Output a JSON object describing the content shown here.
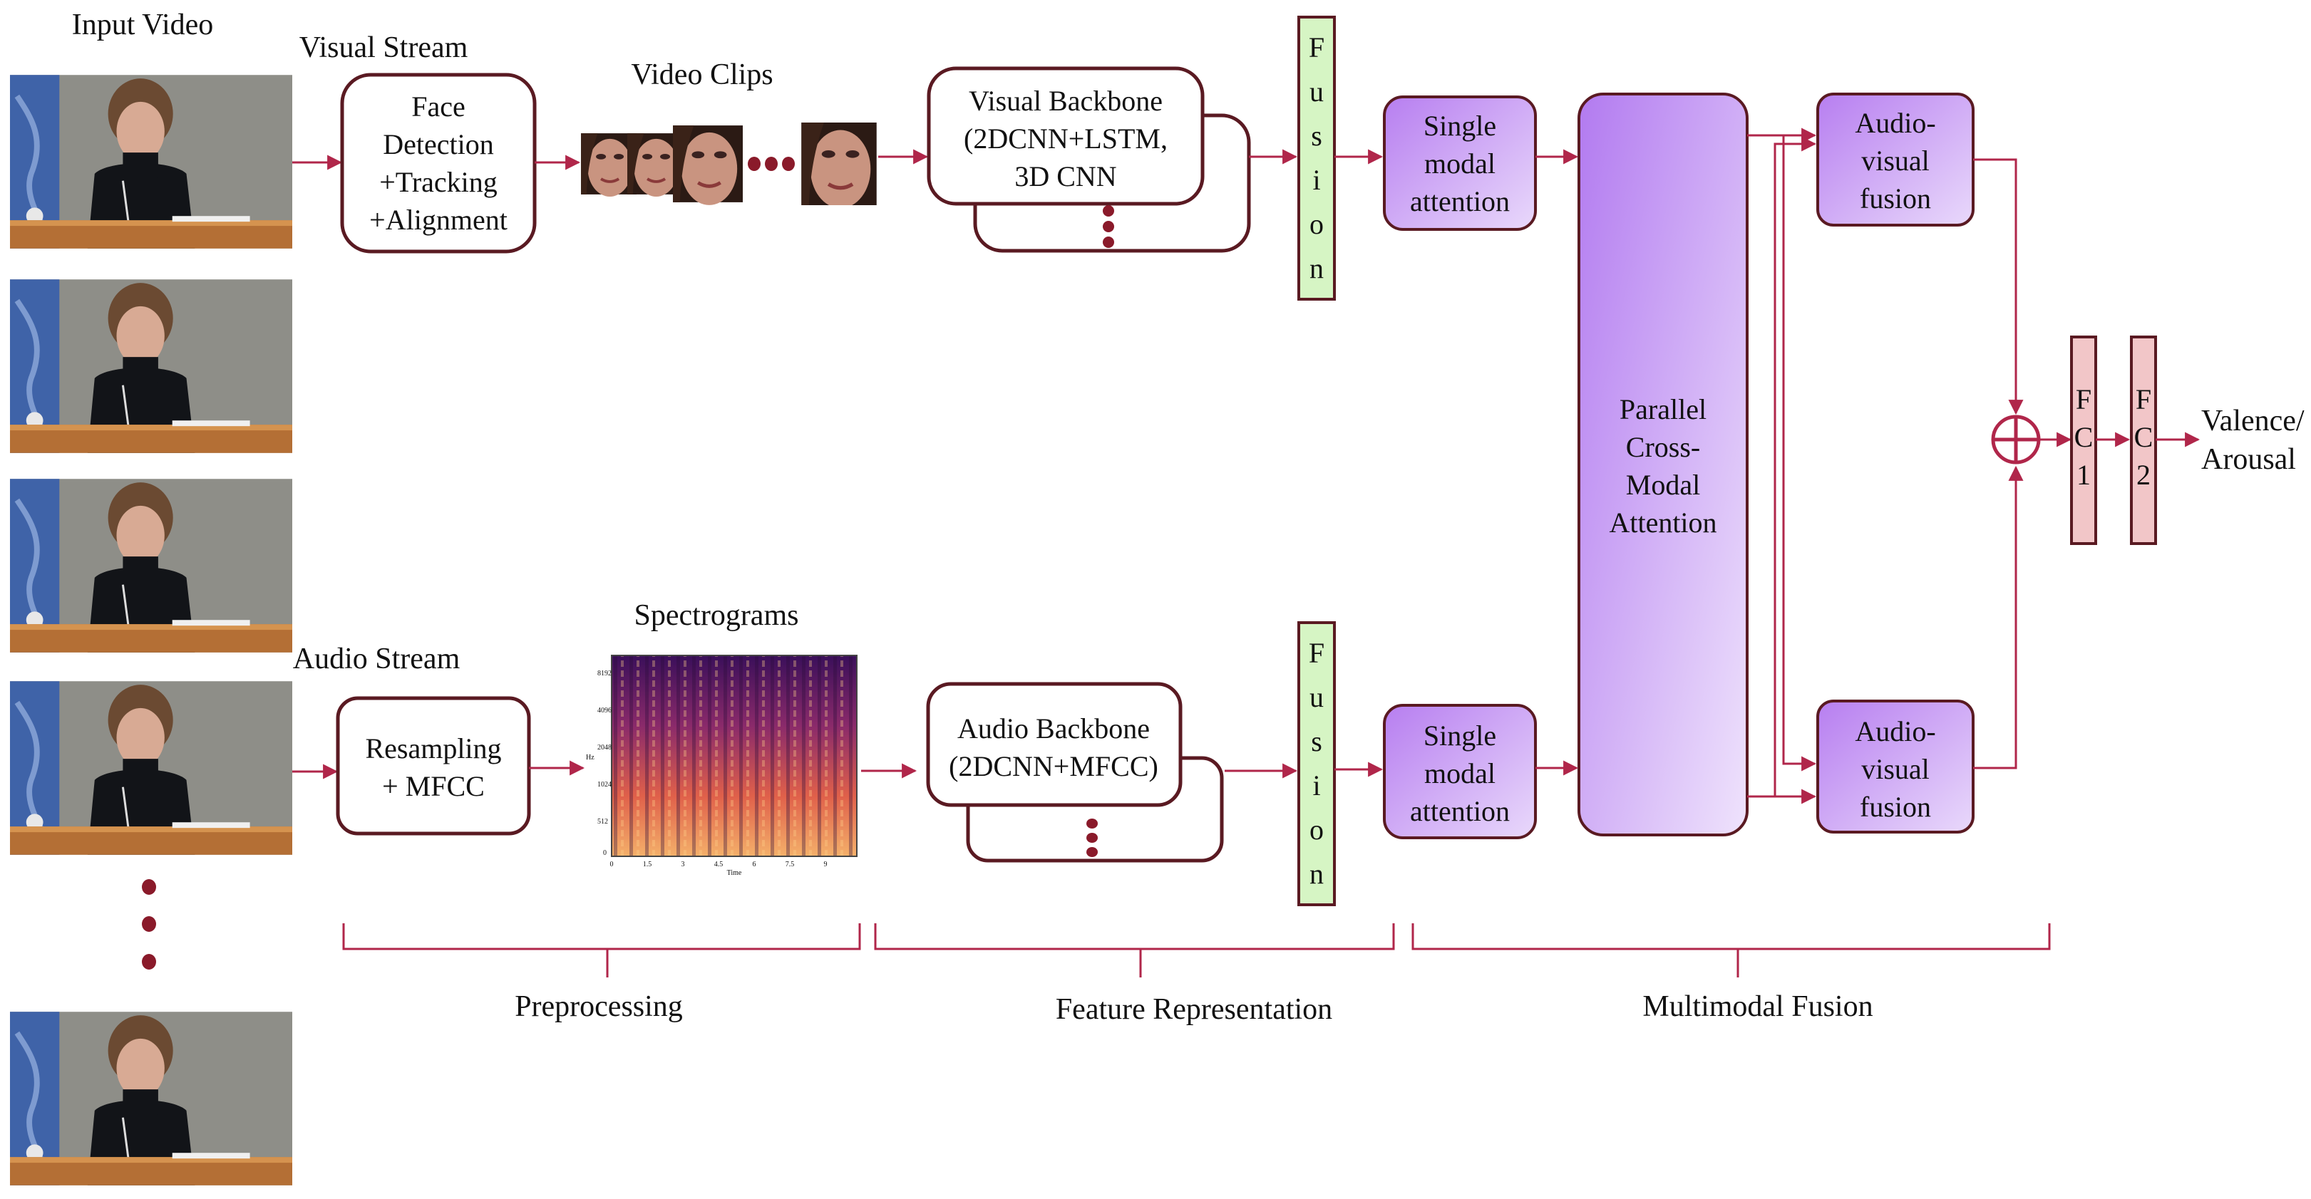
{
  "input_video": {
    "title": "Input Video"
  },
  "visual_stream": {
    "title": "Visual Stream",
    "preprocess_box": [
      "Face",
      "Detection",
      "+Tracking",
      "+Alignment"
    ],
    "clips_label": "Video Clips",
    "backbone": [
      "Visual Backbone",
      "(2DCNN+LSTM,",
      "3D CNN"
    ]
  },
  "audio_stream": {
    "title": "Audio Stream",
    "preprocess_box": [
      "Resampling",
      "+ MFCC"
    ],
    "spectrogram_label": "Spectrograms",
    "spectrogram_yticks": [
      "8192",
      "4096",
      "2048",
      "1024",
      "512",
      "0"
    ],
    "spectrogram_xticks": [
      "0",
      "1.5",
      "3",
      "4.5",
      "6",
      "7.5",
      "9"
    ],
    "spectrogram_ylabel": "Hz",
    "spectrogram_xlabel": "Time",
    "backbone": [
      "Audio Backbone",
      "(2DCNN+MFCC)"
    ]
  },
  "fusion_letters": [
    "F",
    "u",
    "s",
    "i",
    "o",
    "n"
  ],
  "single_modal_attention": [
    "Single",
    "modal",
    "attention"
  ],
  "parallel_cma": [
    "Parallel",
    "Cross-",
    "Modal",
    "Attention"
  ],
  "audio_visual_fusion": [
    "Audio-",
    "visual",
    "fusion"
  ],
  "fc1": [
    "F",
    "C",
    "1"
  ],
  "fc2": [
    "F",
    "C",
    "2"
  ],
  "output": [
    "Valence/",
    "Arousal"
  ],
  "stages": {
    "preprocessing": "Preprocessing",
    "feature_representation": "Feature Representation",
    "multimodal_fusion": "Multimodal Fusion"
  },
  "colors": {
    "arrow": "#b0264a",
    "box_border": "#5a1a22",
    "fusion_fill": "#d6f5c4",
    "attention_fill": "#c9a4f2",
    "fc_fill": "#f2c6c8",
    "dots": "#8a1a2a"
  }
}
